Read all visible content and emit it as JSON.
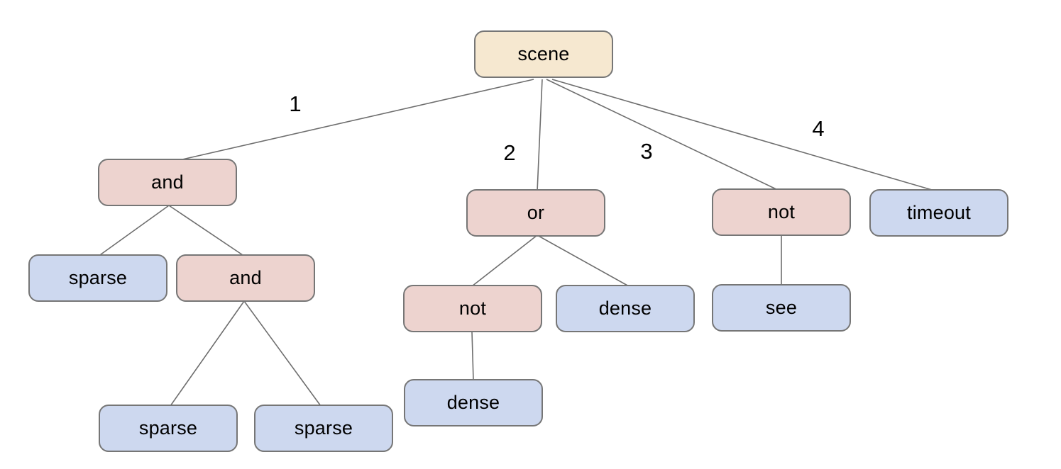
{
  "diagram": {
    "background": "#ffffff",
    "colors": {
      "root_fill": "#f6e8d0",
      "operator_fill": "#edd3cf",
      "leaf_fill": "#cdd8ef",
      "node_border": "#767676",
      "edge_line": "#6e6e6e",
      "text": "#000000"
    },
    "nodes": {
      "scene": {
        "label": "scene",
        "kind": "root"
      },
      "and1": {
        "label": "and",
        "kind": "operator"
      },
      "or1": {
        "label": "or",
        "kind": "operator"
      },
      "not1": {
        "label": "not",
        "kind": "operator"
      },
      "timeout": {
        "label": "timeout",
        "kind": "leaf"
      },
      "sparse1": {
        "label": "sparse",
        "kind": "leaf"
      },
      "and2": {
        "label": "and",
        "kind": "operator"
      },
      "not2": {
        "label": "not",
        "kind": "operator"
      },
      "dense1": {
        "label": "dense",
        "kind": "leaf"
      },
      "see": {
        "label": "see",
        "kind": "leaf"
      },
      "dense2": {
        "label": "dense",
        "kind": "leaf"
      },
      "sparse2": {
        "label": "sparse",
        "kind": "leaf"
      },
      "sparse3": {
        "label": "sparse",
        "kind": "leaf"
      }
    },
    "edges": [
      {
        "from": "scene",
        "to": "and1",
        "label": "1"
      },
      {
        "from": "scene",
        "to": "or1",
        "label": "2"
      },
      {
        "from": "scene",
        "to": "not1",
        "label": "3"
      },
      {
        "from": "scene",
        "to": "timeout",
        "label": "4"
      },
      {
        "from": "and1",
        "to": "sparse1",
        "label": ""
      },
      {
        "from": "and1",
        "to": "and2",
        "label": ""
      },
      {
        "from": "and2",
        "to": "sparse2",
        "label": ""
      },
      {
        "from": "and2",
        "to": "sparse3",
        "label": ""
      },
      {
        "from": "or1",
        "to": "not2",
        "label": ""
      },
      {
        "from": "or1",
        "to": "dense1",
        "label": ""
      },
      {
        "from": "not2",
        "to": "dense2",
        "label": ""
      },
      {
        "from": "not1",
        "to": "see",
        "label": ""
      }
    ]
  }
}
